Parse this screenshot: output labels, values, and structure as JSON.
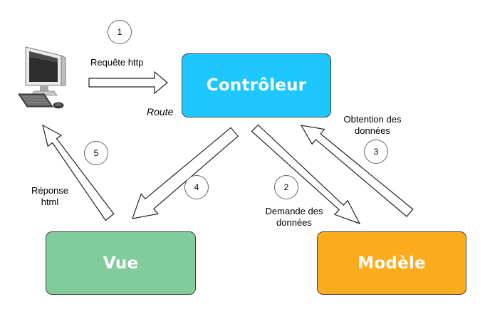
{
  "nodes": {
    "controller": "Contrôleur",
    "view": "Vue",
    "model": "Modèle"
  },
  "route_label": "Route",
  "steps": {
    "s1": {
      "number": "1",
      "label": "Requête http"
    },
    "s2": {
      "number": "2",
      "label_line1": "Demande des",
      "label_line2": "données"
    },
    "s3": {
      "number": "3",
      "label_line1": "Obtention des",
      "label_line2": "données"
    },
    "s4": {
      "number": "4"
    },
    "s5": {
      "number": "5",
      "label_line1": "Réponse",
      "label_line2": "html"
    }
  },
  "icons": {
    "client": "desktop-computer-icon"
  },
  "colors": {
    "controller": "#1ec7ff",
    "view": "#82cb9a",
    "model": "#fbac1c"
  }
}
